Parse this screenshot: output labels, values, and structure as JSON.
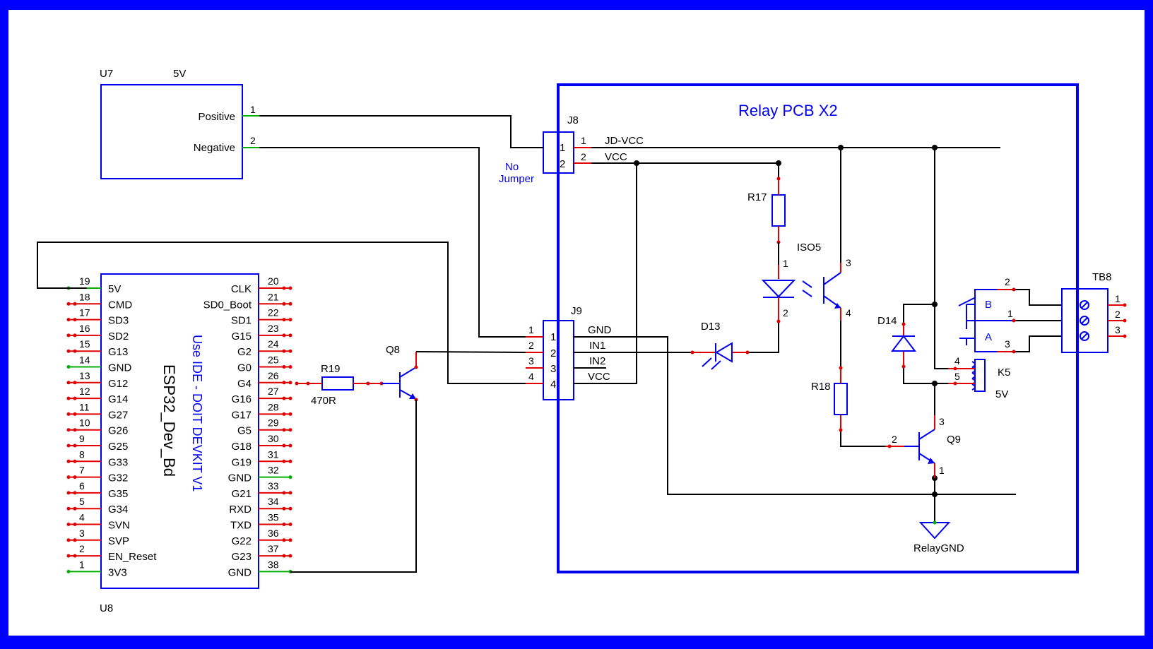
{
  "u7": {
    "ref": "U7",
    "value": "5V",
    "pins": [
      {
        "num": "1",
        "name": "Positive"
      },
      {
        "num": "2",
        "name": "Negative"
      }
    ]
  },
  "j8": {
    "ref": "J8",
    "note": [
      "No",
      "Jumper"
    ],
    "pins": [
      "1",
      "2"
    ],
    "nets": [
      "JD-VCC",
      "VCC"
    ]
  },
  "pcb": {
    "title": "Relay PCB X2"
  },
  "j9": {
    "ref": "J9",
    "pins": [
      "1",
      "2",
      "3",
      "4"
    ],
    "nets": [
      "GND",
      "IN1",
      "IN2",
      "VCC"
    ]
  },
  "esp32": {
    "ref": "U8",
    "value": "ESP32_Dev_Bd",
    "note": "Use IDE - DOIT DEVKIT V1",
    "left_pins": [
      {
        "num": "19",
        "name": "5V"
      },
      {
        "num": "18",
        "name": "CMD"
      },
      {
        "num": "17",
        "name": "SD3"
      },
      {
        "num": "16",
        "name": "SD2"
      },
      {
        "num": "15",
        "name": "G13"
      },
      {
        "num": "14",
        "name": "GND"
      },
      {
        "num": "13",
        "name": "G12"
      },
      {
        "num": "12",
        "name": "G14"
      },
      {
        "num": "11",
        "name": "G27"
      },
      {
        "num": "10",
        "name": "G26"
      },
      {
        "num": "9",
        "name": "G25"
      },
      {
        "num": "8",
        "name": "G33"
      },
      {
        "num": "7",
        "name": "G32"
      },
      {
        "num": "6",
        "name": "G35"
      },
      {
        "num": "5",
        "name": "G34"
      },
      {
        "num": "4",
        "name": "SVN"
      },
      {
        "num": "3",
        "name": "SVP"
      },
      {
        "num": "2",
        "name": "EN_Reset"
      },
      {
        "num": "1",
        "name": "3V3"
      }
    ],
    "right_pins": [
      {
        "num": "20",
        "name": "CLK"
      },
      {
        "num": "21",
        "name": "SD0_Boot"
      },
      {
        "num": "22",
        "name": "SD1"
      },
      {
        "num": "23",
        "name": "G15"
      },
      {
        "num": "24",
        "name": "G2"
      },
      {
        "num": "25",
        "name": "G0"
      },
      {
        "num": "26",
        "name": "G4"
      },
      {
        "num": "27",
        "name": "G16"
      },
      {
        "num": "28",
        "name": "G17"
      },
      {
        "num": "29",
        "name": "G5"
      },
      {
        "num": "30",
        "name": "G18"
      },
      {
        "num": "31",
        "name": "G19"
      },
      {
        "num": "32",
        "name": "GND"
      },
      {
        "num": "33",
        "name": "G21"
      },
      {
        "num": "34",
        "name": "RXD"
      },
      {
        "num": "35",
        "name": "TXD"
      },
      {
        "num": "36",
        "name": "G22"
      },
      {
        "num": "37",
        "name": "G23"
      },
      {
        "num": "38",
        "name": "GND"
      }
    ]
  },
  "r19": {
    "ref": "R19",
    "value": "470R"
  },
  "q8": {
    "ref": "Q8"
  },
  "r17": {
    "ref": "R17"
  },
  "iso5": {
    "ref": "ISO5",
    "pins": [
      "1",
      "2",
      "3",
      "4"
    ]
  },
  "d13": {
    "ref": "D13"
  },
  "d14": {
    "ref": "D14"
  },
  "r18": {
    "ref": "R18"
  },
  "q9": {
    "ref": "Q9",
    "pins": [
      "1",
      "2",
      "3"
    ]
  },
  "k5": {
    "ref": "K5",
    "value": "5V",
    "pins": [
      "1",
      "2",
      "3",
      "4",
      "5"
    ],
    "contacts": [
      "B",
      "A"
    ]
  },
  "tb8": {
    "ref": "TB8",
    "pins": [
      "1",
      "2",
      "3"
    ]
  },
  "ground": {
    "label": "RelayGND"
  },
  "colors": {
    "frame": "#0000ff",
    "component": "#0000ee",
    "pin": "#e00000",
    "net_pin": "#00b000",
    "wire": "#000000"
  }
}
